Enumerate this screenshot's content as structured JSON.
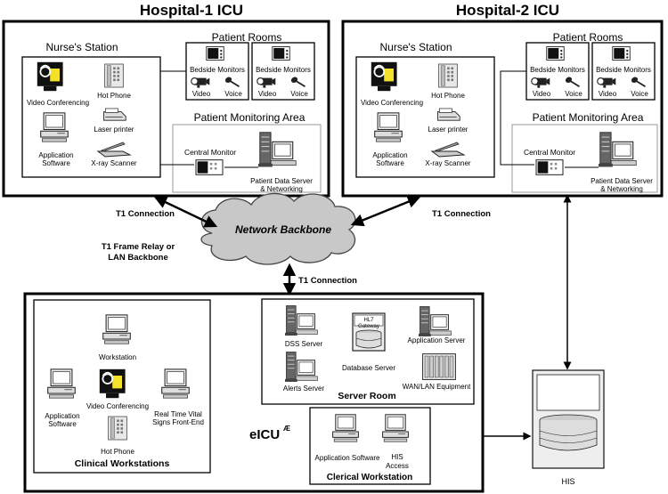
{
  "hospital1": {
    "title": "Hospital-1 ICU",
    "nurse_station": {
      "title": "Nurse's Station",
      "video_conferencing": "Video Conferencing",
      "hot_phone": "Hot Phone",
      "laser_printer": "Laser printer",
      "application_software_line1": "Application",
      "application_software_line2": "Software",
      "xray_scanner": "X-ray Scanner"
    },
    "patient_rooms": {
      "title": "Patient Rooms",
      "bedside_monitors": "Bedside Monitors",
      "video": "Video",
      "voice": "Voice"
    },
    "monitoring_area": {
      "title": "Patient Monitoring Area",
      "central_monitor": "Central Monitor",
      "data_server_line1": "Patient Data Server",
      "data_server_line2": "& Networking"
    }
  },
  "hospital2": {
    "title": "Hospital-2 ICU",
    "nurse_station": {
      "title": "Nurse's Station",
      "video_conferencing": "Video Conferencing",
      "hot_phone": "Hot Phone",
      "laser_printer": "Laser printer",
      "application_software_line1": "Application",
      "application_software_line2": "Software",
      "xray_scanner": "X-ray Scanner"
    },
    "patient_rooms": {
      "title": "Patient Rooms",
      "bedside_monitors": "Bedside Monitors",
      "video": "Video",
      "voice": "Voice"
    },
    "monitoring_area": {
      "title": "Patient Monitoring Area",
      "central_monitor": "Central Monitor",
      "data_server_line1": "Patient Data Server",
      "data_server_line2": "& Networking"
    }
  },
  "network": {
    "backbone": "Network Backbone",
    "t1_connection": "T1 Connection",
    "frame_relay_line1": "T1 Frame Relay or",
    "frame_relay_line2": "LAN Backbone"
  },
  "eicu": {
    "title": "eICU",
    "title_mark": "Æ",
    "clinical": {
      "title": "Clinical Workstations",
      "workstation": "Workstation",
      "application_software_line1": "Application",
      "application_software_line2": "Software",
      "video_conferencing": "Video Conferencing",
      "vital_signs_line1": "Real Time Vital",
      "vital_signs_line2": "Signs Front-End",
      "hot_phone": "Hot Phone"
    },
    "server_room": {
      "title": "Server Room",
      "dss_server": "DSS Server",
      "hl7_line1": "HL7",
      "hl7_line2": "Gateway",
      "database_server": "Database Server",
      "application_server": "Application Server",
      "alerts_server": "Alerts Server",
      "wan_lan": "WAN/LAN Equipment"
    },
    "clerical": {
      "title": "Clerical Workstation",
      "application_software": "Application Software",
      "his_access_line1": "HIS",
      "his_access_line2": "Access"
    }
  },
  "his": {
    "label": "HIS"
  }
}
